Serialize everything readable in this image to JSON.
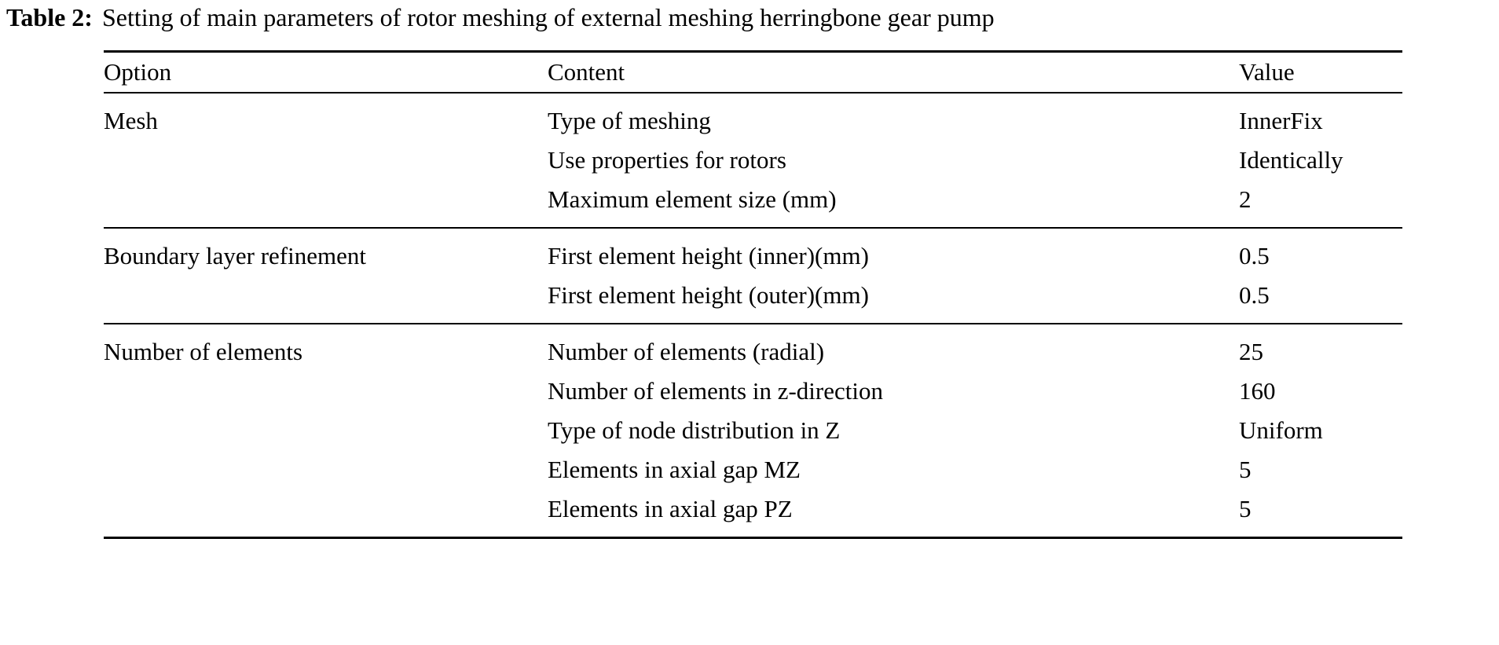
{
  "caption": {
    "label": "Table 2:",
    "text": "Setting of main parameters of rotor meshing of external meshing herringbone gear pump"
  },
  "table": {
    "headers": {
      "option": "Option",
      "content": "Content",
      "value": "Value"
    },
    "groups": [
      {
        "option": "Mesh",
        "rows": [
          {
            "content": "Type of meshing",
            "value": "InnerFix"
          },
          {
            "content": "Use properties for rotors",
            "value": "Identically"
          },
          {
            "content": "Maximum element size (mm)",
            "value": "2"
          }
        ]
      },
      {
        "option": "Boundary layer refinement",
        "rows": [
          {
            "content": "First element height (inner)(mm)",
            "value": "0.5"
          },
          {
            "content": "First element height (outer)(mm)",
            "value": "0.5"
          }
        ]
      },
      {
        "option": "Number of elements",
        "rows": [
          {
            "content": "Number of elements (radial)",
            "value": "25"
          },
          {
            "content": "Number of elements in z-direction",
            "value": "160"
          },
          {
            "content": "Type of node distribution in Z",
            "value": "Uniform"
          },
          {
            "content": "Elements in axial gap MZ",
            "value": "5"
          },
          {
            "content": "Elements in axial gap PZ",
            "value": "5"
          }
        ]
      }
    ]
  },
  "colors": {
    "text": "#000000",
    "background": "#ffffff",
    "rule": "#000000"
  }
}
